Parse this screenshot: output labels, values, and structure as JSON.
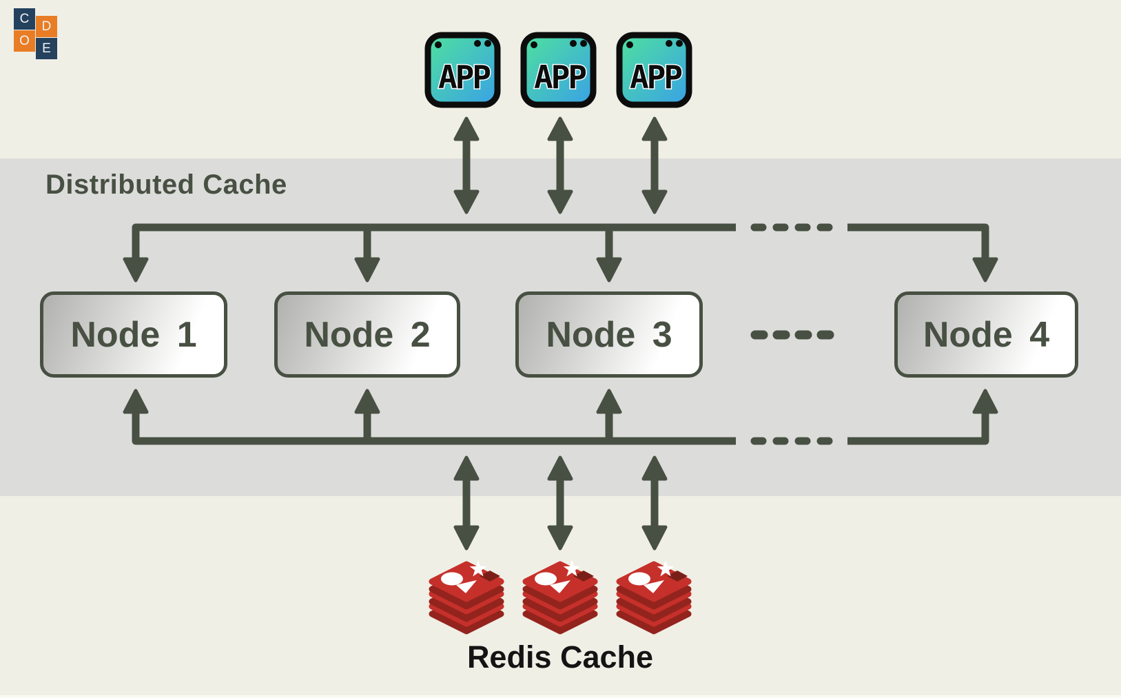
{
  "logo": {
    "tiles": [
      {
        "letter": "C",
        "variant": "navy"
      },
      {
        "letter": "D",
        "variant": "orange"
      },
      {
        "letter": "O",
        "variant": "orange"
      },
      {
        "letter": "E",
        "variant": "navy"
      }
    ]
  },
  "apps": {
    "icon_label": "APP",
    "count": 3
  },
  "cache_band": {
    "title": "Distributed Cache"
  },
  "nodes": [
    {
      "label": "Node 1"
    },
    {
      "label": "Node 2"
    },
    {
      "label": "Node 3"
    },
    {
      "label": "Node 4"
    }
  ],
  "redis": {
    "caption": "Redis Cache",
    "count": 3
  },
  "colors": {
    "background": "#f0efe6",
    "band": "#dcdcda",
    "ink": "#475042",
    "node_fill_from": "#b1b1af",
    "node_fill_to": "#ffffff",
    "app_gradient_from": "#4fe19e",
    "app_gradient_to": "#39a1e6",
    "app_border": "#0c0c0c",
    "redis_red": "#c6302b",
    "redis_dark": "#93241d",
    "redis_hole": "#7a1f17",
    "logo_navy": "#24415e",
    "logo_orange": "#e87d25",
    "caption_black": "#141414"
  }
}
